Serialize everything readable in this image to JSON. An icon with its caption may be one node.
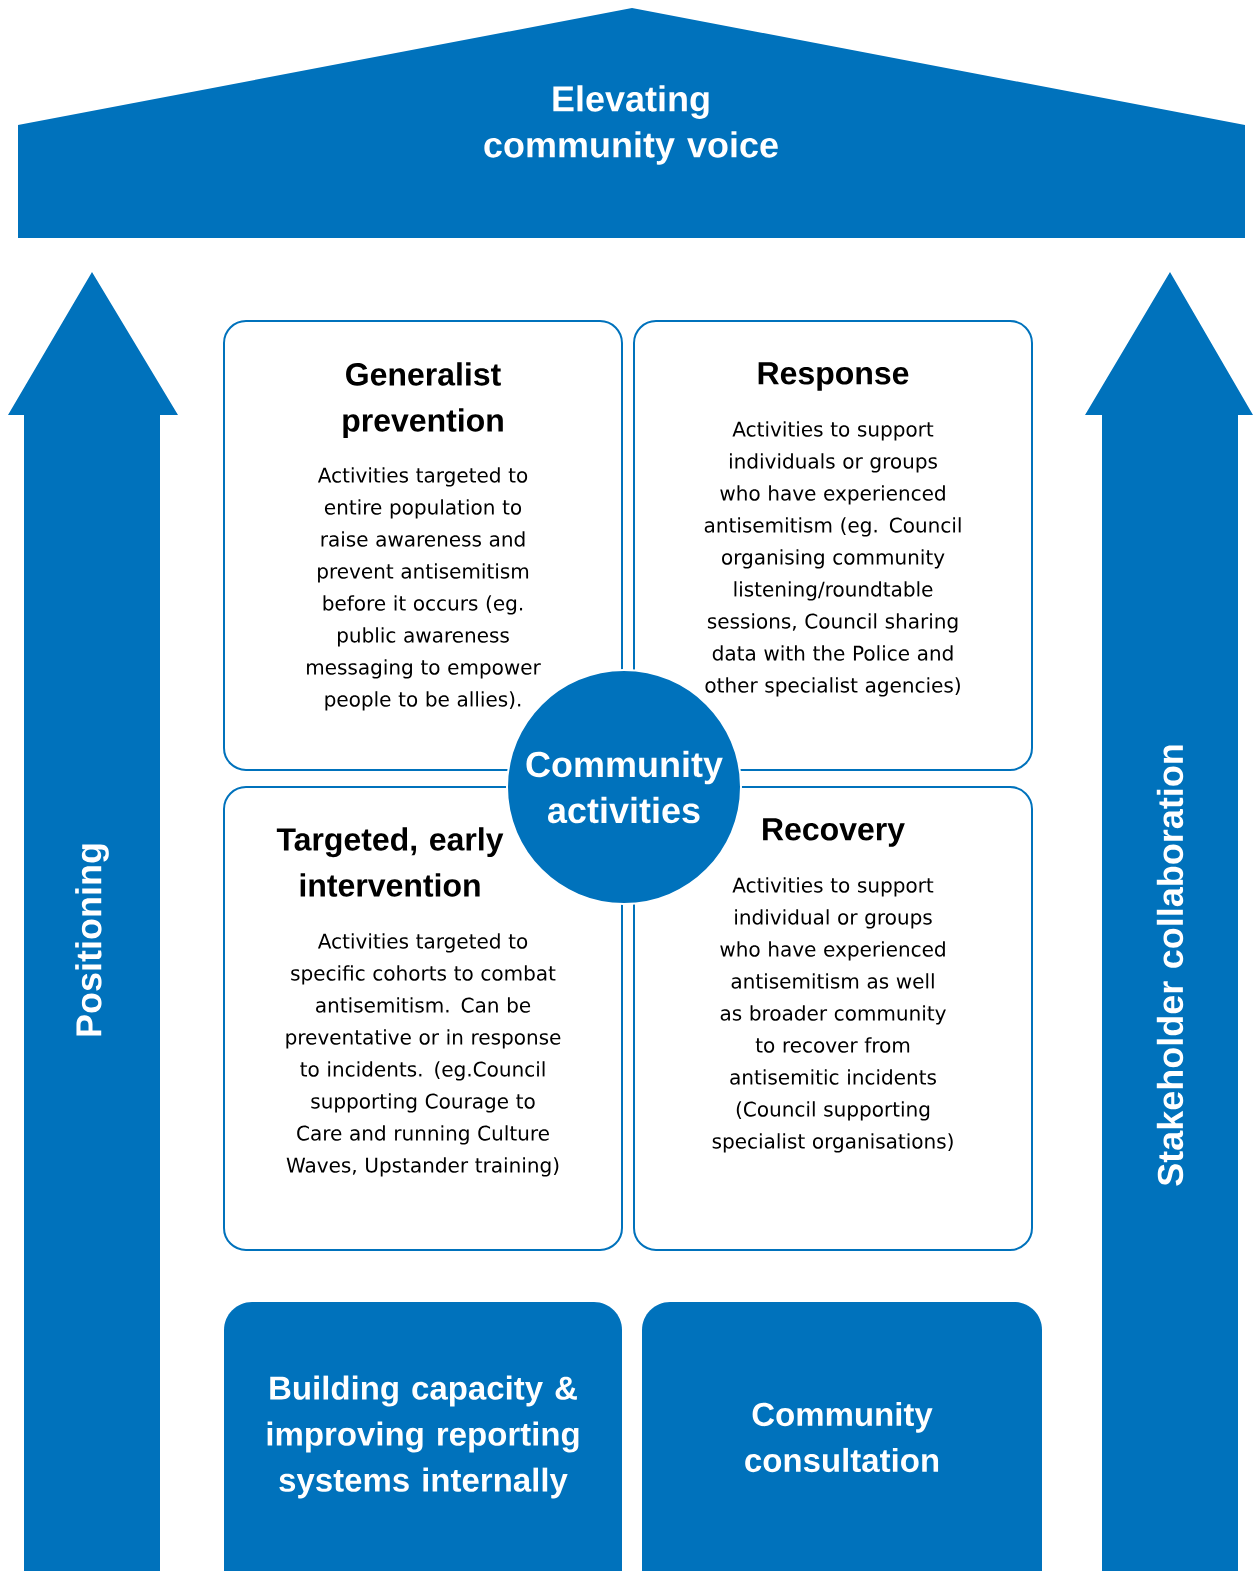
{
  "diagram": {
    "nodes": [
      {
        "text": [
          "Elevating community voice"
        ]
      },
      {
        "text": [
          "Positioning"
        ]
      },
      {
        "text": [
          "Stakeholder collaboration"
        ]
      },
      {
        "text": [
          "Generalist prevention",
          "Activities targeted to entire population to raise awareness and prevent antisemitism before it occurs (eg. public awareness messaging to empower people to be allies)."
        ]
      },
      {
        "text": [
          "Response",
          "Activities to support individuals or groups who have experienced antisemitism (eg. Council organising community listening/roundtable sessions, Council sharing data with the Police and other specialist agencies)"
        ]
      },
      {
        "text": [
          "Community activities"
        ]
      },
      {
        "text": [
          "Targeted, early intervention",
          "Activities targeted to specific cohorts to combat antisemitism. Can be preventative or in response to incidents. (eg.Council supporting Courage to Care and running Culture Waves, Upstander training)"
        ]
      },
      {
        "text": [
          "Recovery",
          "Activities to support individual or groups who have experienced antisemitism as well as broader community to recover from antisemitic incidents (Council supporting specialist organisations)"
        ]
      },
      {
        "text": [
          "Building capacity & improving reporting systems internally"
        ]
      },
      {
        "text": [
          "Community consultation"
        ]
      }
    ]
  }
}
